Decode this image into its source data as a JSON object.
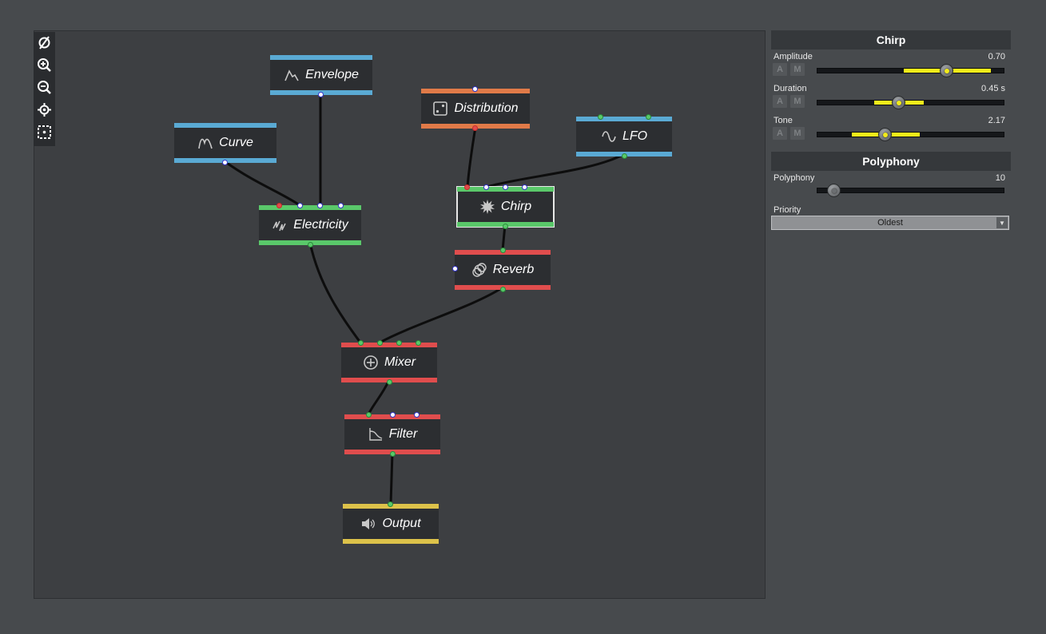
{
  "toolbar": {
    "tools": [
      "clear-icon",
      "zoom-in-icon",
      "zoom-out-icon",
      "center-icon",
      "select-icon"
    ]
  },
  "nodes": {
    "envelope": "Envelope",
    "curve": "Curve",
    "distribution": "Distribution",
    "lfo": "LFO",
    "electricity": "Electricity",
    "chirp": "Chirp",
    "reverb": "Reverb",
    "mixer": "Mixer",
    "filter": "Filter",
    "output": "Output"
  },
  "colors": {
    "modulator": "#5aaad4",
    "generator": "#5ac86a",
    "random": "#e07a48",
    "effect": "#e04d4d",
    "output": "#ddc24a",
    "slider_fill": "#f2ec1a"
  },
  "inspector": {
    "title": "Chirp",
    "params": [
      {
        "name": "Amplitude",
        "value": "0.70"
      },
      {
        "name": "Duration",
        "value": "0.45 s"
      },
      {
        "name": "Tone",
        "value": "2.17"
      }
    ],
    "button_a": "A",
    "button_m": "M",
    "polyphony_section": "Polyphony",
    "polyphony": {
      "name": "Polyphony",
      "value": "10"
    },
    "priority": {
      "name": "Priority",
      "value": "Oldest"
    }
  }
}
